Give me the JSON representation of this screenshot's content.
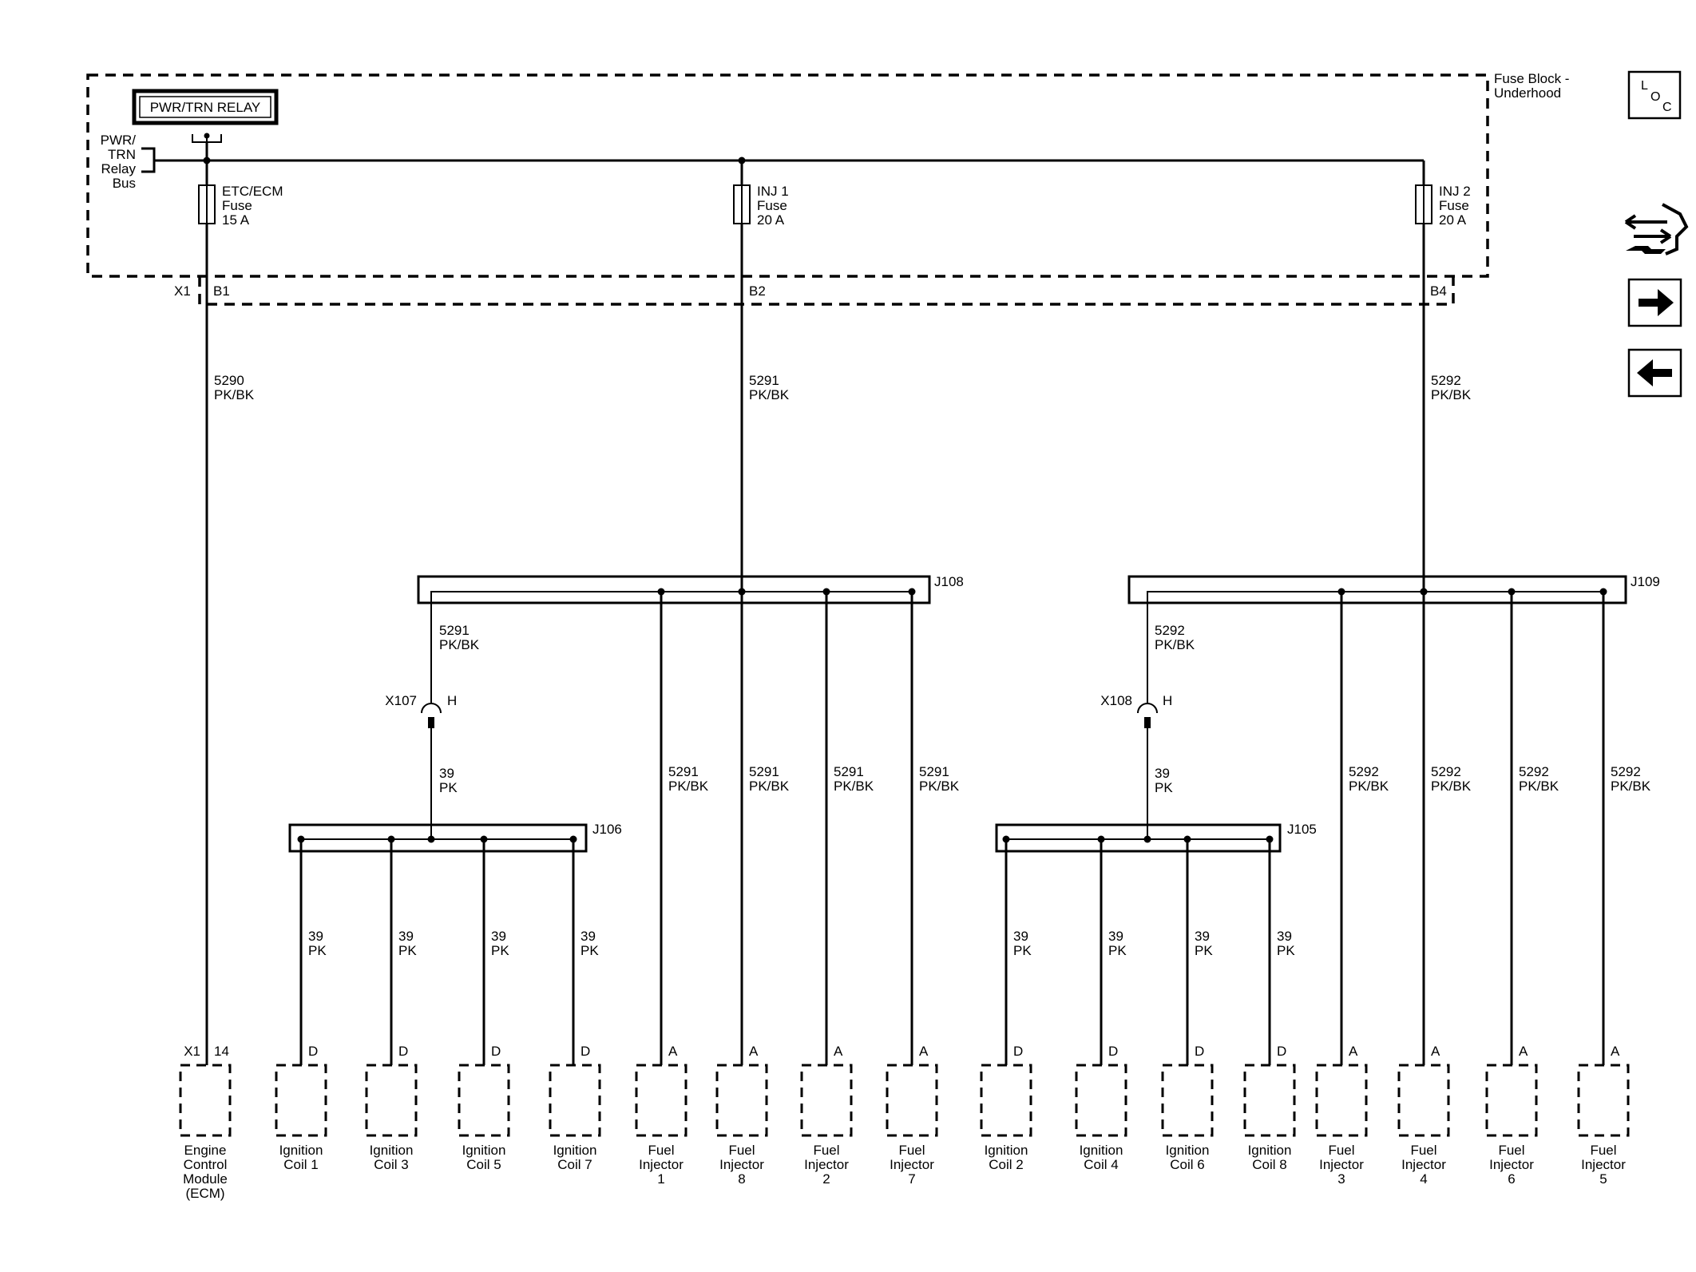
{
  "fuse_block": {
    "label_line1": "Fuse Block -",
    "label_line2": "Underhood",
    "relay": "PWR/TRN RELAY",
    "bus": [
      "PWR/",
      "TRN",
      "Relay",
      "Bus"
    ]
  },
  "fuses": [
    {
      "name": "ETC/ECM",
      "type": "Fuse",
      "rating": "15 A",
      "pin": "B1"
    },
    {
      "name": "INJ 1",
      "type": "Fuse",
      "rating": "20 A",
      "pin": "B2"
    },
    {
      "name": "INJ 2",
      "type": "Fuse",
      "rating": "20 A",
      "pin": "B4"
    }
  ],
  "connector_x1": "X1",
  "main_wires": [
    {
      "circuit": "5290",
      "color": "PK/BK"
    },
    {
      "circuit": "5291",
      "color": "PK/BK"
    },
    {
      "circuit": "5292",
      "color": "PK/BK"
    }
  ],
  "splices": {
    "j108": "J108",
    "j109": "J109",
    "j106": "J106",
    "j105": "J105"
  },
  "inline": [
    {
      "conn": "X107",
      "pin": "H",
      "up_circuit": "5291",
      "up_color": "PK/BK",
      "down_circuit": "39",
      "down_color": "PK"
    },
    {
      "conn": "X108",
      "pin": "H",
      "up_circuit": "5292",
      "up_color": "PK/BK",
      "down_circuit": "39",
      "down_color": "PK"
    }
  ],
  "components": [
    {
      "pin": "14",
      "conn": "X1",
      "circuit": "",
      "color": "",
      "lines": [
        "Engine",
        "Control",
        "Module",
        "(ECM)"
      ]
    },
    {
      "pin": "D",
      "conn": "",
      "circuit": "39",
      "color": "PK",
      "lines": [
        "Ignition",
        "Coil 1"
      ]
    },
    {
      "pin": "D",
      "conn": "",
      "circuit": "39",
      "color": "PK",
      "lines": [
        "Ignition",
        "Coil 3"
      ]
    },
    {
      "pin": "D",
      "conn": "",
      "circuit": "39",
      "color": "PK",
      "lines": [
        "Ignition",
        "Coil 5"
      ]
    },
    {
      "pin": "D",
      "conn": "",
      "circuit": "39",
      "color": "PK",
      "lines": [
        "Ignition",
        "Coil 7"
      ]
    },
    {
      "pin": "A",
      "conn": "",
      "circuit": "5291",
      "color": "PK/BK",
      "lines": [
        "Fuel",
        "Injector",
        "1"
      ]
    },
    {
      "pin": "A",
      "conn": "",
      "circuit": "5291",
      "color": "PK/BK",
      "lines": [
        "Fuel",
        "Injector",
        "8"
      ]
    },
    {
      "pin": "A",
      "conn": "",
      "circuit": "5291",
      "color": "PK/BK",
      "lines": [
        "Fuel",
        "Injector",
        "2"
      ]
    },
    {
      "pin": "A",
      "conn": "",
      "circuit": "5291",
      "color": "PK/BK",
      "lines": [
        "Fuel",
        "Injector",
        "7"
      ]
    },
    {
      "pin": "D",
      "conn": "",
      "circuit": "39",
      "color": "PK",
      "lines": [
        "Ignition",
        "Coil 2"
      ]
    },
    {
      "pin": "D",
      "conn": "",
      "circuit": "39",
      "color": "PK",
      "lines": [
        "Ignition",
        "Coil 4"
      ]
    },
    {
      "pin": "D",
      "conn": "",
      "circuit": "39",
      "color": "PK",
      "lines": [
        "Ignition",
        "Coil 6"
      ]
    },
    {
      "pin": "D",
      "conn": "",
      "circuit": "39",
      "color": "PK",
      "lines": [
        "Ignition",
        "Coil 8"
      ]
    },
    {
      "pin": "A",
      "conn": "",
      "circuit": "5292",
      "color": "PK/BK",
      "lines": [
        "Fuel",
        "Injector",
        "3"
      ]
    },
    {
      "pin": "A",
      "conn": "",
      "circuit": "5292",
      "color": "PK/BK",
      "lines": [
        "Fuel",
        "Injector",
        "4"
      ]
    },
    {
      "pin": "A",
      "conn": "",
      "circuit": "5292",
      "color": "PK/BK",
      "lines": [
        "Fuel",
        "Injector",
        "6"
      ]
    },
    {
      "pin": "A",
      "conn": "",
      "circuit": "5292",
      "color": "PK/BK",
      "lines": [
        "Fuel",
        "Injector",
        "5"
      ]
    }
  ],
  "nav": {
    "loc_letters": [
      "L",
      "O",
      "C"
    ],
    "connector_icon": "connector-end-view-icon",
    "next_icon": "arrow-right-icon",
    "prev_icon": "arrow-left-icon"
  }
}
